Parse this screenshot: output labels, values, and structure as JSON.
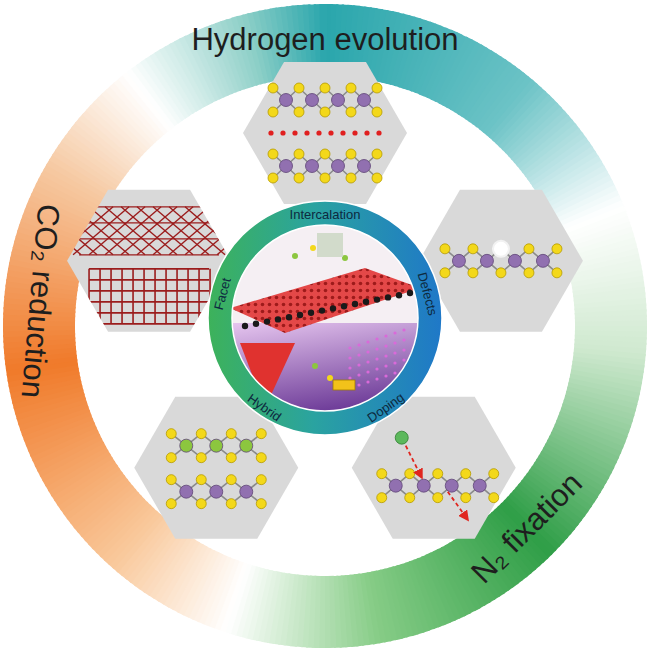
{
  "diagram": {
    "labels": [
      "Hydrogen evolution",
      "N₂ fixation",
      "CO₂ reduction",
      "Intercalation",
      "Defects",
      "Doping",
      "Hybrid",
      "Facet"
    ]
  }
}
